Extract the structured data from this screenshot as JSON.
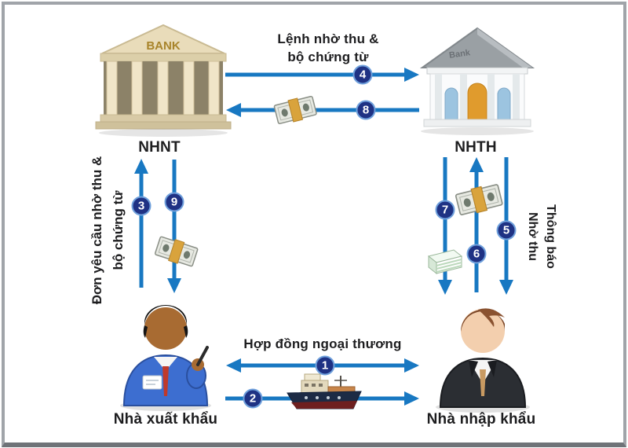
{
  "diagram": {
    "type": "flow-diagram",
    "subject": "Quy trình thanh toán nhờ thu (documentary collection process)",
    "colors": {
      "arrow_blue": "#1878c2",
      "badge_fill": "#1f3284",
      "badge_ring": "#6fa0dc",
      "text": "#1d1d1f",
      "frame_border": "#a0a4a9"
    },
    "nodes": {
      "remitting_bank": {
        "label": "NHNT",
        "sign": "BANK",
        "icon": "bank-building-classical"
      },
      "collecting_bank": {
        "label": "NHTH",
        "sign": "Bank",
        "icon": "bank-building-white"
      },
      "exporter": {
        "label": "Nhà xuất khẩu",
        "icon": "businessman-blue-suit"
      },
      "importer": {
        "label": "Nhà nhập khẩu",
        "icon": "businessman-black-suit"
      }
    },
    "edges": {
      "top": {
        "label_line1": "Lệnh nhờ thu &",
        "label_line2": "bộ chứng từ",
        "arrows": [
          "4 → right",
          "8 ← left (money)"
        ]
      },
      "left": {
        "label_line1": "Đơn yêu cầu nhờ thu &",
        "label_line2": "bộ chứng từ",
        "arrows": [
          "3 ↑ up",
          "9 ↓ down (money)"
        ]
      },
      "right": {
        "label_line1": "Thông báo",
        "label_line2": "Nhờ thu",
        "arrows": [
          "7 ↓ down (documents)",
          "6 ↑ up (money)",
          "5 ↓ down"
        ]
      },
      "bottom": {
        "label": "Hợp đồng ngoại thương",
        "arrows": [
          "1 ↔ both",
          "2 → right (ship)"
        ]
      }
    },
    "steps": {
      "s1": "1",
      "s2": "2",
      "s3": "3",
      "s4": "4",
      "s5": "5",
      "s6": "6",
      "s7": "7",
      "s8": "8",
      "s9": "9"
    }
  }
}
